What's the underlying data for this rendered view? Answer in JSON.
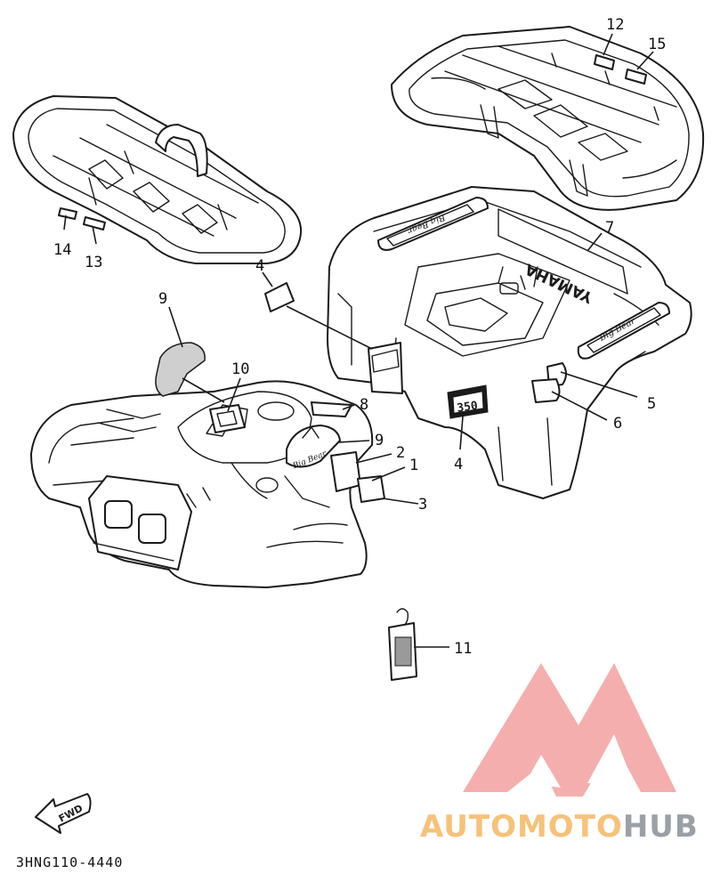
{
  "diagram": {
    "callouts": [
      "1",
      "2",
      "3",
      "4",
      "4",
      "5",
      "6",
      "7",
      "8",
      "9",
      "9",
      "10",
      "11",
      "12",
      "13",
      "14",
      "15"
    ],
    "decal_texts": {
      "model_badge": "350",
      "rear_brand": "YAMAHA",
      "rear_logo_left": "Big Bear",
      "rear_logo_right": "Big Bear",
      "front_logo": "Big Bear",
      "direction_marker": "FWD"
    },
    "diagram_code": "3HNG110-4440"
  },
  "watermark": {
    "text_part1": "AUTOMOTO",
    "text_part2": "HUB",
    "color_logo": "#f4a6a6",
    "color_text1": "#f6c27a",
    "color_text2": "#9aa0a6"
  }
}
